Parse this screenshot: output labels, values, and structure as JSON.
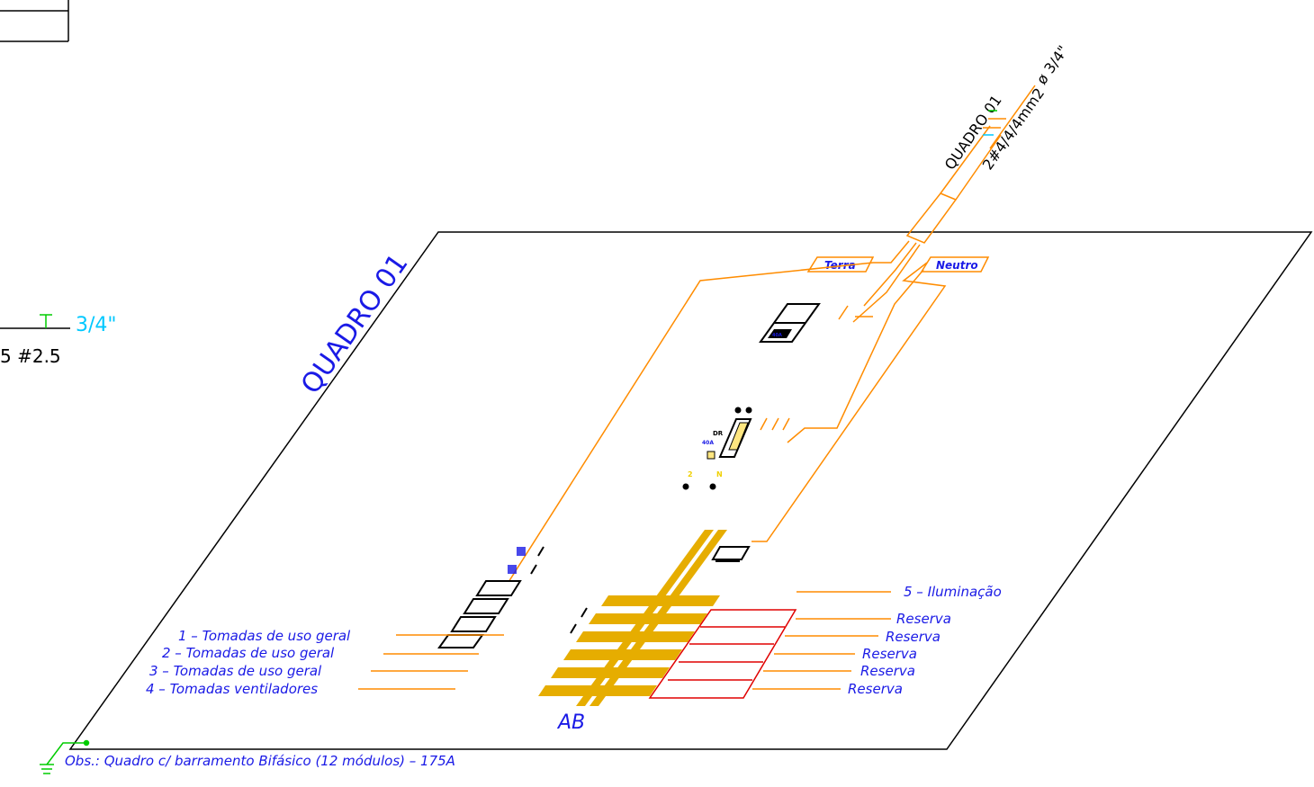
{
  "colors": {
    "orange": "#ff8c00",
    "blue": "#1a1ae6",
    "black": "#000000",
    "gold": "#f0b400",
    "red": "#e00000",
    "green": "#00cc00",
    "cyan": "#00c8ff"
  },
  "panel": {
    "side_title": "QUADRO 01",
    "top_title": "QUADRO 01",
    "cable_spec": "2#4/4/4mm2",
    "conduit": "ø 3/4\"",
    "ground_tag": "Terra",
    "neutral_tag": "Neutro",
    "bus_label": "AB",
    "note": "Obs.: Quadro c/ barramento Bifásico (12 módulos) – 175A"
  },
  "left_circuits": [
    "1 – Tomadas de uso geral",
    "2 – Tomadas de uso geral",
    "3 – Tomadas de uso geral",
    "4 – Tomadas ventiladores"
  ],
  "right_circuits": [
    "5 – Iluminação",
    "Reserva",
    "Reserva",
    "Reserva",
    "Reserva",
    "Reserva"
  ],
  "left_fragment": {
    "conduit": "3/4\"",
    "wire": "5 #2.5"
  },
  "component_labels": {
    "dr": "DR",
    "dr_rating": "40A",
    "main_rating": "40A",
    "phase_a": "2",
    "phase_b": "N"
  },
  "icons": [
    "breaker-icon",
    "dr-switch-icon",
    "ground-symbol-icon",
    "terminal-dot-icon"
  ]
}
